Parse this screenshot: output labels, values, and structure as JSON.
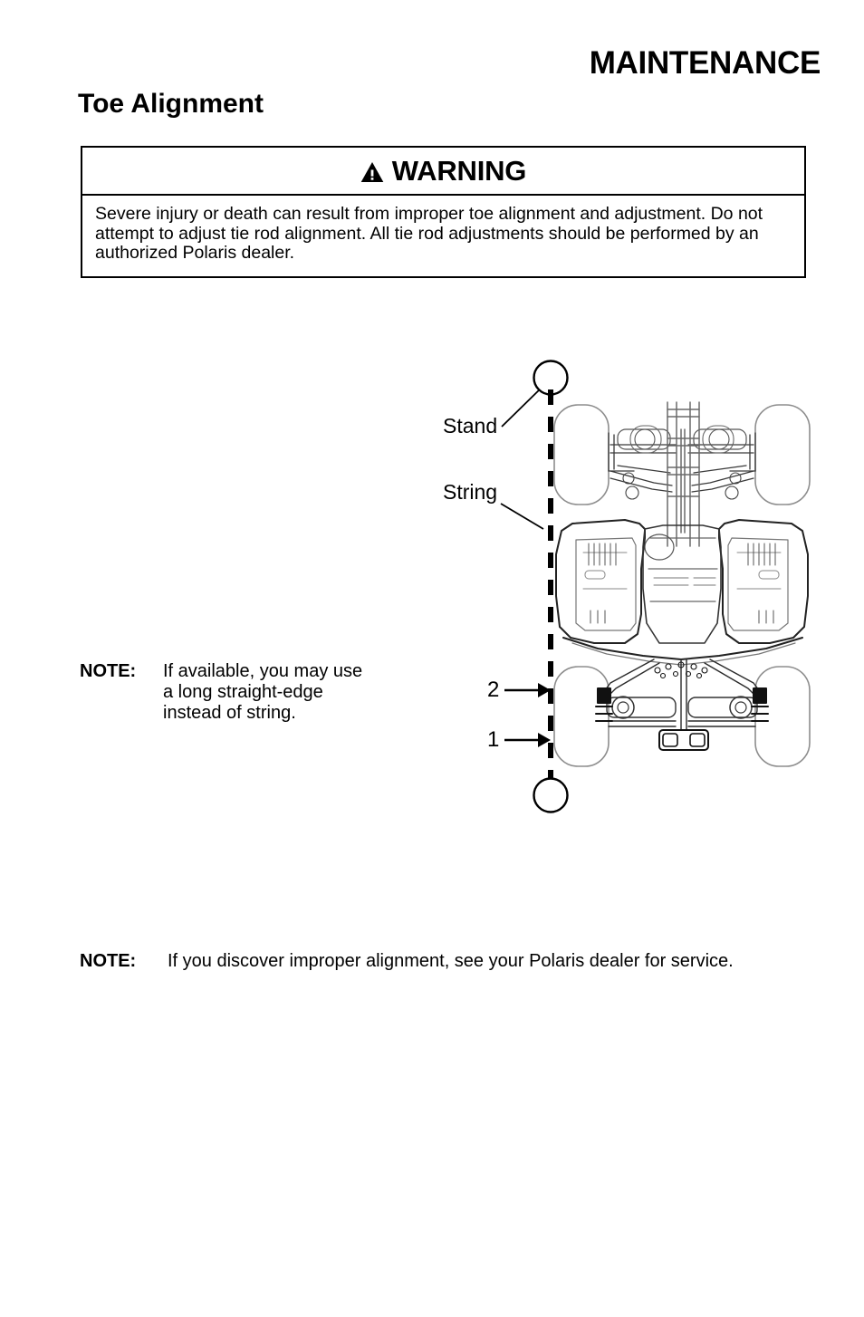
{
  "header": {
    "running_title": "MAINTENANCE"
  },
  "section": {
    "heading": "Toe Alignment"
  },
  "warning": {
    "icon": "warning-triangle-icon",
    "title": "WARNING",
    "body": "Severe injury or death can result from improper toe alignment and adjustment. Do not attempt to adjust tie rod alignment. All tie rod adjustments should be performed by an authorized Polaris dealer."
  },
  "figure": {
    "alt": "Top view of ATV with string stretched along left side wheels between two stands",
    "labels": {
      "stand": "Stand",
      "string": "String",
      "measure_rear": "2",
      "measure_front": "1"
    }
  },
  "notes": [
    {
      "label": "NOTE:",
      "text": "If available, you may use a long straight-edge instead of string."
    },
    {
      "label": "NOTE:",
      "text": "If you discover improper alignment, see your Polaris dealer for service."
    }
  ],
  "colors": {
    "ink": "#000000",
    "page": "#ffffff",
    "line_light": "#8a8a8a"
  }
}
